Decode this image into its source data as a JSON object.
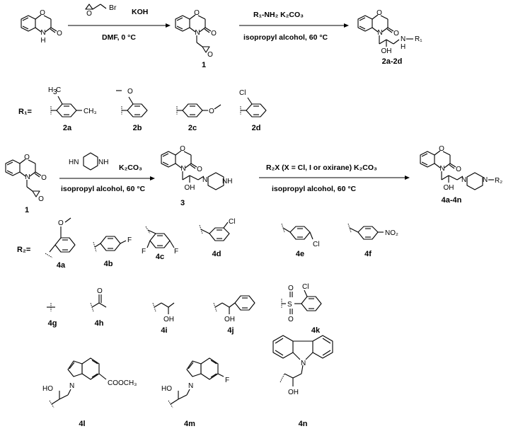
{
  "step1": {
    "reagent_top": "KOH",
    "bromide_label": "Br",
    "conditions": "DMF, 0 °C",
    "product_label": "1"
  },
  "step2": {
    "reagent_top": "R₁-NH₂  K₂CO₃",
    "conditions": "isopropyl alcohol, 60 °C",
    "product_label": "2a-2d"
  },
  "r1_row": {
    "heading": "R₁=",
    "labels": [
      "2a",
      "2b",
      "2c",
      "2d"
    ]
  },
  "step3": {
    "start_label": "1",
    "reagent_top": "K₂CO₃",
    "conditions": "isopropyl alcohol, 60 °C",
    "product_label": "3"
  },
  "step4": {
    "reagent_top": "R₂X  (X = Cl, I or oxirane)  K₂CO₃",
    "conditions": "isopropyl alcohol, 60 °C",
    "product_label": "4a-4n"
  },
  "r2_rows": {
    "heading": "R₂=",
    "row1": [
      "4a",
      "4b",
      "4c",
      "4d",
      "4e",
      "4f"
    ],
    "row2": [
      "4g",
      "4h",
      "4i",
      "4j",
      "4k"
    ],
    "row3": [
      "4l",
      "4m",
      "4n"
    ]
  },
  "atoms": {
    "O": "O",
    "N": "N",
    "H": "H",
    "NH": "NH",
    "HN": "HN",
    "OH": "OH",
    "HO": "HO",
    "F": "F",
    "Cl": "Cl",
    "S": "S",
    "R1": "R₁",
    "R2": "R₂",
    "CH3": "CH₃",
    "NO2": "NO₂",
    "COOCH3": "COOCH₃"
  }
}
